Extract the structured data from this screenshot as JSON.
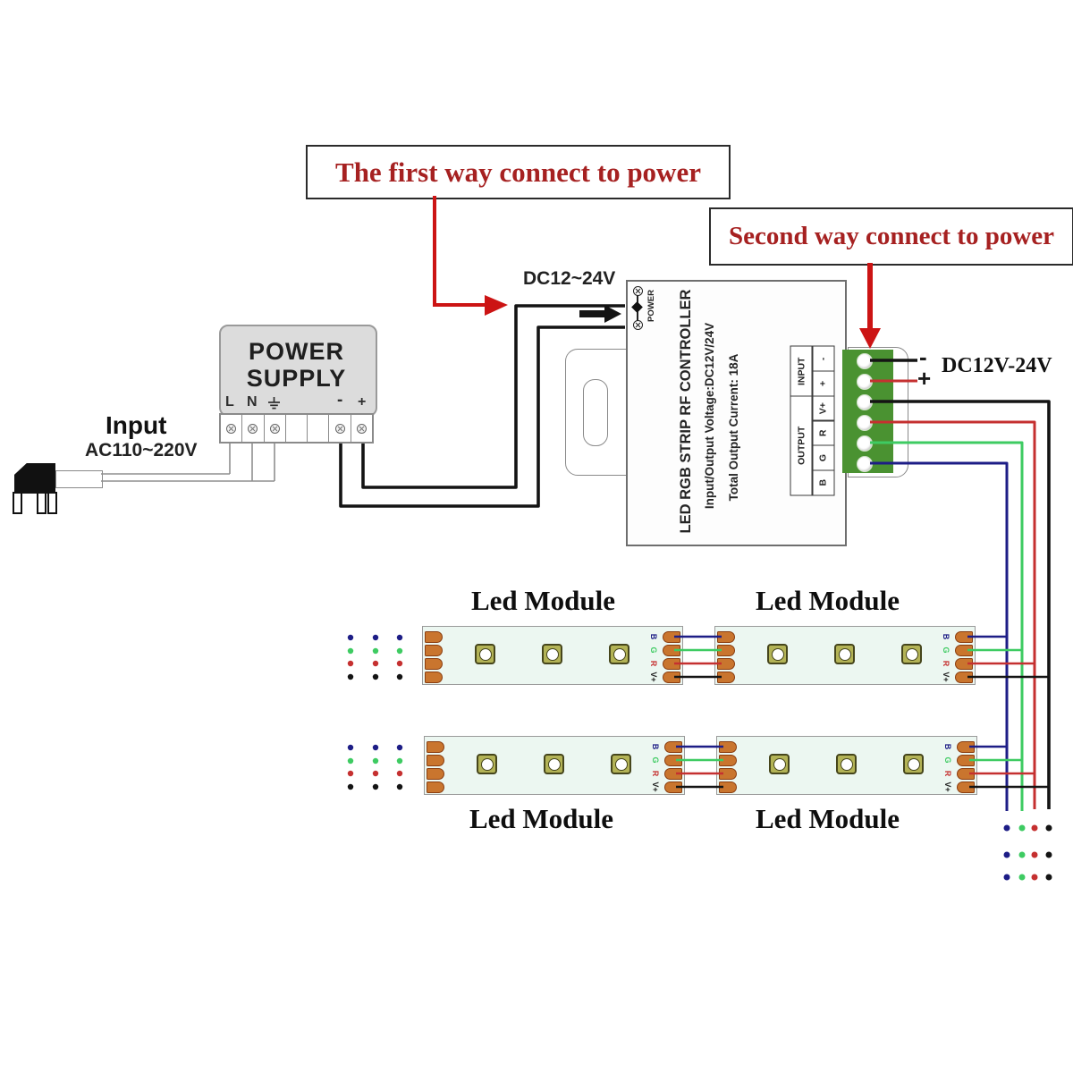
{
  "colors": {
    "banner_text": "#a62121",
    "guide_red": "#cc1414",
    "wire_black": "#141414",
    "wire_red": "#c53030",
    "wire_green": "#3ecb62",
    "wire_blue": "#1d1d86",
    "terminal_green": "#4a9231",
    "copper": "#c9752e",
    "copper_dark": "#8a3d10",
    "chip_olive": "#b3b356",
    "chip_dark": "#46461c"
  },
  "banners": {
    "first_label": "The first way connect to power",
    "second_label": "Second way connect to power"
  },
  "ac_input": {
    "title": "Input",
    "voltage": "AC110~220V"
  },
  "power_supply": {
    "name_line1": "POWER",
    "name_line2": "SUPPLY",
    "terminal_l": "L",
    "terminal_n": "N",
    "terminal_minus": "-",
    "terminal_plus": "+"
  },
  "controller": {
    "dc_input_label": "DC12~24V",
    "power_port_label": "POWER",
    "title": "LED RGB STRIP RF CONTROLLER",
    "spec_voltage": "Input/Output Voltage:DC12V/24V",
    "spec_current": "Total Output Current: 18A",
    "output_header": "OUTPUT",
    "input_header": "INPUT",
    "pins": [
      "B",
      "G",
      "R",
      "V+",
      "+",
      "-"
    ]
  },
  "dc_jack": {
    "minus": "-",
    "plus": "+",
    "label": "DC12V-24V"
  },
  "led_modules": {
    "title": "Led Module",
    "pad_labels": [
      "B",
      "G",
      "R",
      "V+"
    ]
  }
}
